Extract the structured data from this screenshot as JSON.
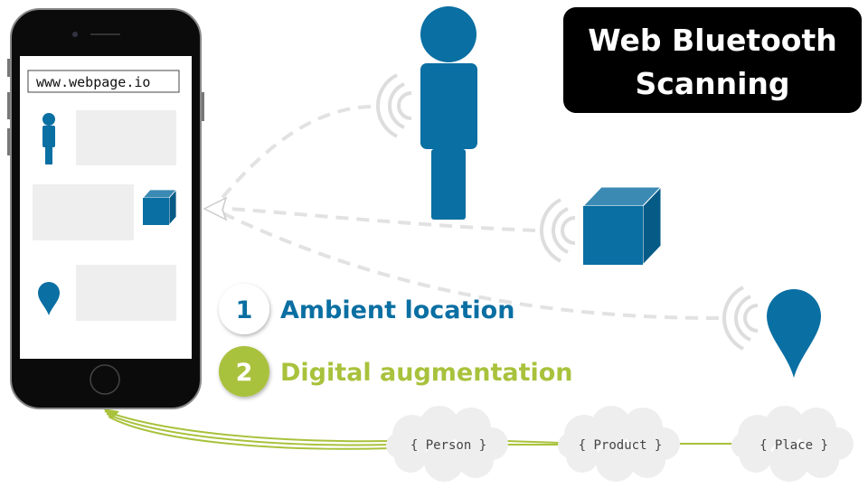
{
  "title": {
    "line1": "Web Bluetooth",
    "line2": "Scanning"
  },
  "phone": {
    "url": "www.webpage.io"
  },
  "steps": [
    {
      "number": "1",
      "label": "Ambient location",
      "color": "#0a6fa2"
    },
    {
      "number": "2",
      "label": "Digital augmentation",
      "color": "#a8c23c"
    }
  ],
  "clouds": [
    {
      "label": "{ Person }"
    },
    {
      "label": "{ Product }"
    },
    {
      "label": "{ Place }"
    }
  ],
  "colors": {
    "blue": "#0a6fa2",
    "green": "#a8c23c",
    "dash": "#e2e2e2",
    "placeholder": "#eeeeee"
  }
}
